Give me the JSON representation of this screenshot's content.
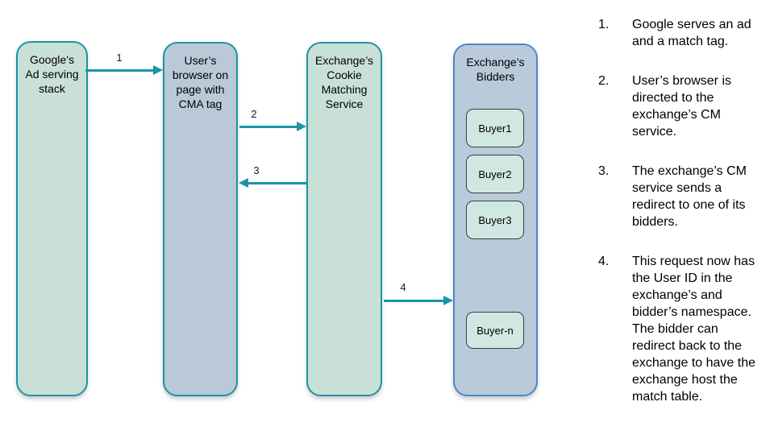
{
  "colors": {
    "teal_border": "#1b95a5",
    "green_fill": "#c9e0d7",
    "blue_fill": "#b9c9d8",
    "bidders_fill": "#b9cada",
    "bidders_border": "#4d87c9",
    "buyer_fill": "#cfe9e2",
    "buyer_border": "#3d3d3d",
    "arrow": "#1b95a5",
    "text": "#000000"
  },
  "diagram": {
    "nodes": {
      "google": {
        "label": "Google’s\nAd serving\nstack"
      },
      "browser": {
        "label": "User’s\nbrowser on\npage with\nCMA tag"
      },
      "cm_service": {
        "label": "Exchange’s\nCookie\nMatching\nService"
      },
      "bidders": {
        "label": "Exchange’s\nBidders",
        "buyers": [
          "Buyer1",
          "Buyer2",
          "Buyer3",
          "Buyer-n"
        ]
      }
    },
    "arrows": [
      {
        "label": "1",
        "from": "google",
        "to": "browser",
        "direction": "right"
      },
      {
        "label": "2",
        "from": "browser",
        "to": "cm_service",
        "direction": "right"
      },
      {
        "label": "3",
        "from": "cm_service",
        "to": "browser",
        "direction": "left"
      },
      {
        "label": "4",
        "from": "cm_service",
        "to": "bidders",
        "direction": "right"
      }
    ]
  },
  "steps": [
    {
      "number": "1.",
      "text": "Google serves an ad and a match tag."
    },
    {
      "number": "2.",
      "text": "User’s browser is directed to the exchange’s CM service."
    },
    {
      "number": "3.",
      "text": "The exchange’s CM service sends a redirect to one of its bidders."
    },
    {
      "number": "4.",
      "text": "This request now has the User ID in the exchange’s and bidder’s namespace. The bidder can redirect back to the exchange to have the exchange host the match table."
    }
  ]
}
